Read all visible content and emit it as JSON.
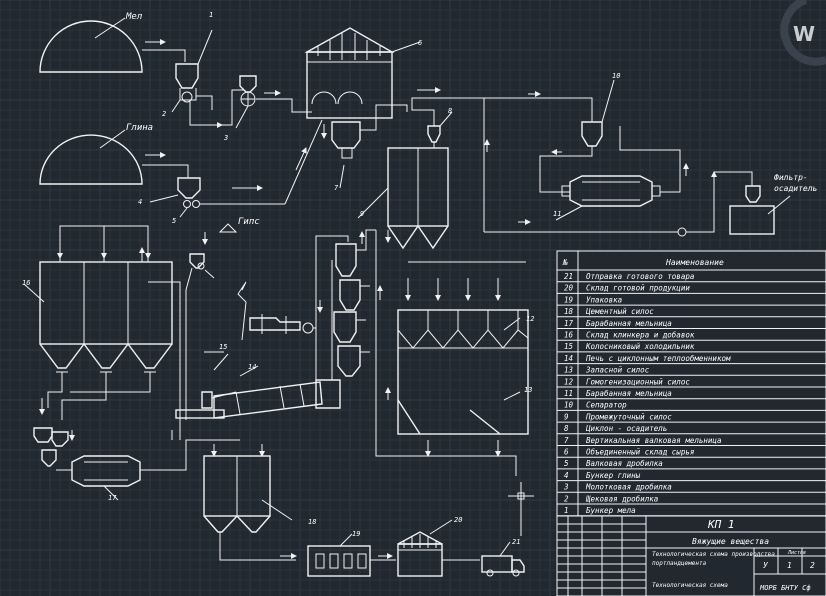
{
  "cad": {
    "viewcube_label": "W"
  },
  "labels": {
    "chalk": "Мел",
    "clay": "Глина",
    "gypsum": "Гипс",
    "filter_line1": "Фильтр-",
    "filter_line2": "осадитель"
  },
  "callouts": [
    "1",
    "2",
    "3",
    "4",
    "5",
    "6",
    "7",
    "8",
    "9",
    "10",
    "11",
    "12",
    "13",
    "14",
    "15",
    "16",
    "17",
    "18",
    "19",
    "20",
    "21"
  ],
  "table": {
    "col_num": "№",
    "col_name": "Наименование",
    "rows": [
      {
        "n": "21",
        "name": "Отправка готового товара"
      },
      {
        "n": "20",
        "name": "Склад готовой продукции"
      },
      {
        "n": "19",
        "name": "Упаковка"
      },
      {
        "n": "18",
        "name": "Цементный силос"
      },
      {
        "n": "17",
        "name": "Барабанная мельница"
      },
      {
        "n": "16",
        "name": "Склад клинкера и добавок"
      },
      {
        "n": "15",
        "name": "Колосниковый холодильник"
      },
      {
        "n": "14",
        "name": "Печь с циклонным теплообменником"
      },
      {
        "n": "13",
        "name": "Запасной силос"
      },
      {
        "n": "12",
        "name": "Гомогенизационный силос"
      },
      {
        "n": "11",
        "name": "Барабанная мельница"
      },
      {
        "n": "10",
        "name": "Сепаратор"
      },
      {
        "n": "9",
        "name": "Промежуточный силос"
      },
      {
        "n": "8",
        "name": "Циклон - осадитель"
      },
      {
        "n": "7",
        "name": "Вертикальная валковая мельница"
      },
      {
        "n": "6",
        "name": "Объединенный склад сырья"
      },
      {
        "n": "5",
        "name": "Валковая дробилка"
      },
      {
        "n": "4",
        "name": "Бункер глины"
      },
      {
        "n": "3",
        "name": "Молотковая дробилка"
      },
      {
        "n": "2",
        "name": "Щековая дробилка"
      },
      {
        "n": "1",
        "name": "Бункер мела"
      }
    ]
  },
  "title_block": {
    "code": "КП 1",
    "subject": "Вяжущие вещества",
    "sheet_label": "Листов",
    "stage": "У",
    "sheet": "1",
    "sheets": "2",
    "scheme": "Технологическая схема",
    "org": "МОРБ БНТУ Сф",
    "garbled_line1": "Технологическая схема производства",
    "garbled_line2": "портландцемента"
  }
}
